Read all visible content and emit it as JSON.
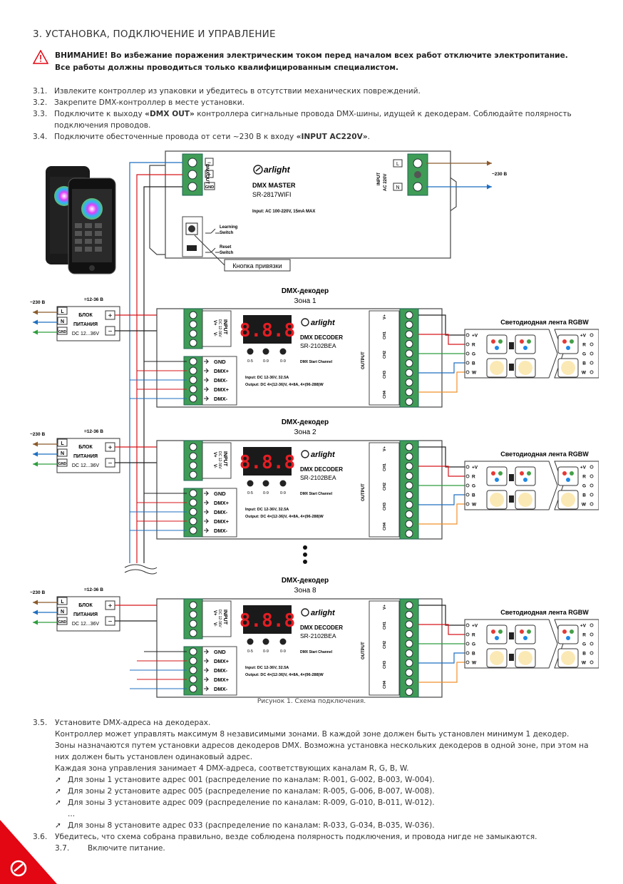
{
  "section_title": "3.   УСТАНОВКА, ПОДКЛЮЧЕНИЕ И УПРАВЛЕНИЕ",
  "warning": {
    "icon": "warning-triangle-icon",
    "line1": "ВНИМАНИЕ! Во избежание поражения электрическим током перед началом всех работ отключите электропитание.",
    "line2": "Все работы должны проводиться только квалифицированным специалистом."
  },
  "steps": [
    {
      "num": "3.1.",
      "pre": "Извлеките контроллер из упаковки и убедитесь в отсутствии механических повреждений.",
      "bold": "",
      "post": ""
    },
    {
      "num": "3.2.",
      "pre": "Закрепите DMX-контроллер в месте установки.",
      "bold": "",
      "post": ""
    },
    {
      "num": "3.3.",
      "pre": "Подключите к выходу ",
      "bold": "«DMX OUT»",
      "post": " контроллера сигнальные провода DMX-шины, идущей к декодерам. Соблюдайте полярность подключения проводов."
    },
    {
      "num": "3.4.",
      "pre": "Подключите обесточенные провода от сети ~230 В к входу ",
      "bold": "«INPUT AC220V»",
      "post": "."
    }
  ],
  "diagram": {
    "master": {
      "brand": "arlight",
      "model_name": "DMX MASTER",
      "model": "SR-2817WIFI",
      "input_spec": "Input: AC 100-220V, 15mA MAX",
      "dmx_out_label": "DMXOUT",
      "terminal_minus": "−",
      "terminal_plus": "+",
      "terminal_gnd": "GND",
      "learning_switch": "Learning",
      "learning_switch2": "Switch",
      "reset_switch": "Reset",
      "reset_switch2": "Switch",
      "input_label": "INPUT",
      "input_label2": "AC 220V",
      "l": "L",
      "n": "N",
      "mains": "~230 В",
      "button_callout": "Кнопка привязки"
    },
    "zones": [
      {
        "title": "DMX-декодер",
        "zone": "Зона 1"
      },
      {
        "title": "DMX-декодер",
        "zone": "Зона 2"
      },
      {
        "title": "DMX-декодер",
        "zone": "Зона 8"
      }
    ],
    "decoder": {
      "brand": "arlight",
      "name": "DMX DECODER",
      "model": "SR-2102BEA",
      "display": "8.8.8",
      "dial1": "0-5",
      "dial2": "0-9",
      "dial3": "0-9",
      "start_channel": "DMX Start Channel",
      "input_spec": "Input: DC 12-36V, 32.5A",
      "output_spec": "Output: DC 4×(12-36)V, 4×8A, 4×(96-288)W",
      "input_label": "INPUT",
      "input_sub": "DC 12-36V",
      "v_plus": "V+",
      "v_minus": "V-",
      "output_label": "OUTPUT",
      "ch_labels": [
        "V+",
        "CH1",
        "CH2",
        "CH3",
        "CH4"
      ],
      "dmx_terms": [
        "GND",
        "DMX+",
        "DMX-",
        "DMX+",
        "DMX-"
      ]
    },
    "psu": {
      "mains": "~230 В",
      "voltage": "=12-36 В",
      "l": "L",
      "n": "N",
      "gnd": "GND",
      "name1": "БЛОК",
      "name2": "ПИТАНИЯ",
      "spec": "DC 12...36V",
      "plus": "+",
      "minus": "−"
    },
    "strip": {
      "title": "Светодиодная лента RGBW",
      "pins": [
        "+V",
        "R",
        "G",
        "B",
        "W"
      ]
    }
  },
  "caption": "Рисунок 1. Схема подключения.",
  "step35": {
    "num": "3.5.",
    "head": "Установите DMX-адреса на декодерах.",
    "p1": "Контроллер может управлять максимум 8 независимыми зонами. В каждой зоне должен быть установлен минимум 1 декодер.",
    "p2": "Зоны назначаются путем установки адресов декодеров DMX. Возможна установка нескольких декодеров в одной зоне, при этом на",
    "p3": "них должен быть установлен одинаковый адрес.",
    "p4": "Каждая зона управления занимает 4 DMX-адреса, соответствующих каналам R, G, B, W.",
    "bullets": [
      "Для зоны 1 установите адрес 001 (распределение по каналам: R-001, G-002, B-003, W-004).",
      "Для зоны 2 установите адрес 005 (распределение по каналам: R-005, G-006, B-007, W-008).",
      "Для зоны 3 установите адрес 009 (распределение по каналам: R-009, G-010, B-011, W-012)."
    ],
    "ellipsis": "...",
    "last_bullet": "Для зоны 8 установите адрес 033 (распределение по каналам: R-033, G-034, B-035, W-036)."
  },
  "step36": {
    "num": "3.6.",
    "text": "Убедитесь, что схема собрана правильно, везде соблюдена полярность подключения, и провода нигде не замыкаются."
  },
  "step37": {
    "num": "3.7.",
    "text": "Включите питание."
  },
  "colors": {
    "accent": "#e30613",
    "brown": "#8b5a2b",
    "blue": "#1f6fc1",
    "green": "#2e9e3e",
    "red": "#d6161b",
    "orange": "#f0902a",
    "terminal": "#3f9c56"
  }
}
